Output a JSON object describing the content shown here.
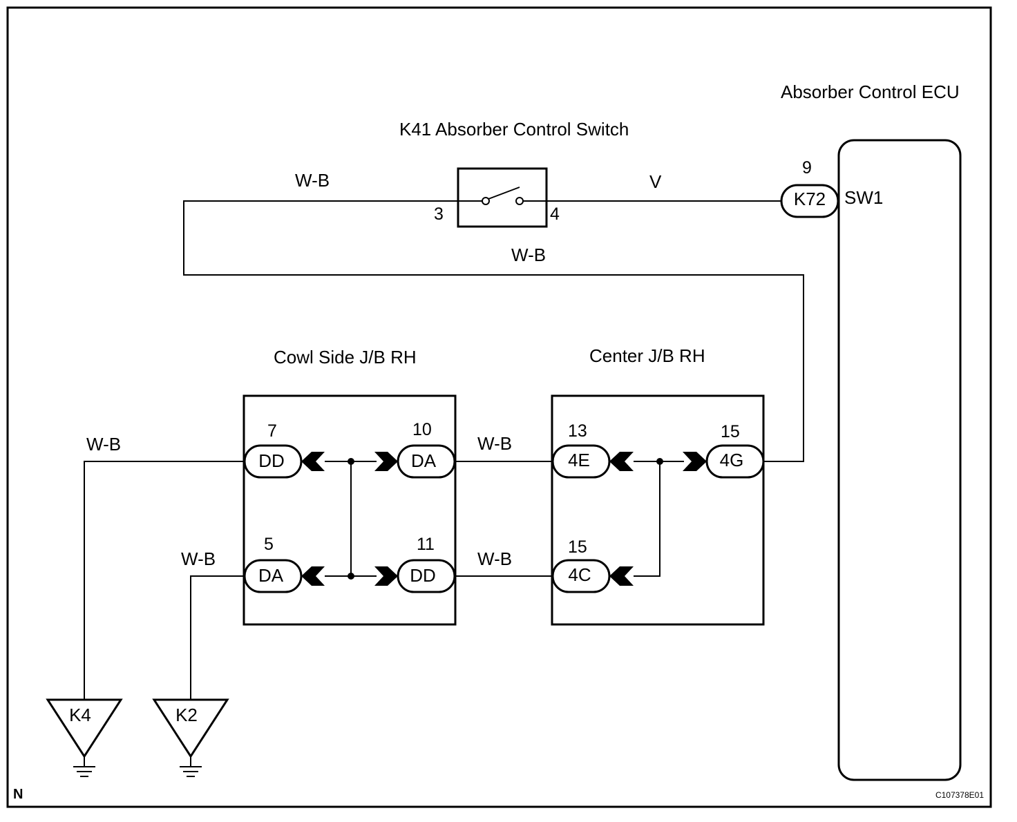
{
  "colors": {
    "line": "#000000",
    "background": "#ffffff"
  },
  "components": {
    "ecu": {
      "title": "Absorber Control ECU",
      "terminal": "SW1"
    },
    "switch": {
      "title": "K41 Absorber Control Switch",
      "pin_left": "3",
      "pin_right": "4"
    },
    "cowl_jb": {
      "title": "Cowl Side J/B RH"
    },
    "center_jb": {
      "title": "Center J/B RH"
    }
  },
  "connectors": {
    "k72": {
      "label": "K72",
      "pin": "9"
    },
    "dd7": {
      "label": "DD",
      "pin": "7"
    },
    "da10": {
      "label": "DA",
      "pin": "10"
    },
    "da5": {
      "label": "DA",
      "pin": "5"
    },
    "dd11": {
      "label": "DD",
      "pin": "11"
    },
    "e4_13": {
      "label": "4E",
      "pin": "13"
    },
    "g4_15": {
      "label": "4G",
      "pin": "15"
    },
    "c4_15": {
      "label": "4C",
      "pin": "15"
    }
  },
  "wires": {
    "switch_left": "W-B",
    "switch_right": "V",
    "return": "W-B",
    "cowl_to_center_top": "W-B",
    "cowl_to_center_bottom": "W-B",
    "ground_k4": "W-B",
    "ground_k2": "W-B"
  },
  "grounds": {
    "k4": "K4",
    "k2": "K2"
  },
  "corner_mark": "N",
  "figure_code": "C107378E01"
}
